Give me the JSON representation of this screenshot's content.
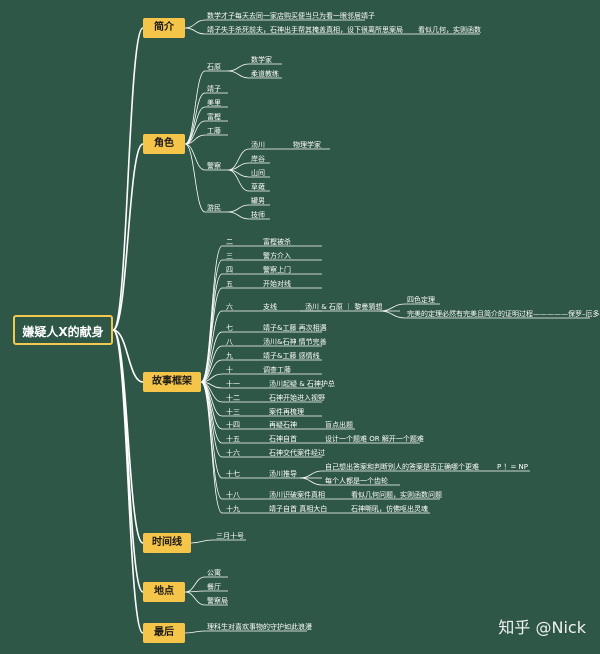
{
  "root": "嫌疑人X的献身",
  "branches": {
    "intro": "简介",
    "roles": "角色",
    "story": "故事框架",
    "timeline": "时间线",
    "places": "地点",
    "ending": "最后"
  },
  "intro": [
    "数学才子每天去同一家店购买便当只为看一眼邻居靖子",
    "靖子失手杀死前夫，石神出手帮其掩盖真相，设下很离所思案局",
    "看似几何，实则函数"
  ],
  "roles": {
    "shishen": "石原",
    "shishen_items": [
      "数学家",
      "柔道教练"
    ],
    "people": [
      "靖子",
      "美里",
      "富樫",
      "工藤"
    ],
    "police": "警察",
    "police_items": [
      "汤川",
      "岸谷",
      "山间",
      "草薙"
    ],
    "tangchuan_role": "物理学家",
    "homeless": "游民",
    "homeless_items": [
      "罐男",
      "技师"
    ]
  },
  "story": [
    {
      "n": "二",
      "t": "富樫被杀"
    },
    {
      "n": "三",
      "t": "警方介入"
    },
    {
      "n": "四",
      "t": "警察上门"
    },
    {
      "n": "五",
      "t": "开始对线"
    },
    {
      "n": "六",
      "t": "支线"
    },
    {
      "n": "七",
      "t": "靖子&工藤 再次相遇"
    },
    {
      "n": "八",
      "t": "汤川&石神 情节完善"
    },
    {
      "n": "九",
      "t": "靖子&工藤 感情线"
    },
    {
      "n": "十",
      "t": "调查工藤"
    },
    {
      "n": "十一",
      "t": "汤川起疑 & 石神护总"
    },
    {
      "n": "十二",
      "t": "石神开始进入视野"
    },
    {
      "n": "十三",
      "t": "案件再梳理"
    },
    {
      "n": "十四",
      "t": "再疑石神"
    },
    {
      "n": "十五",
      "t": "石神自首"
    },
    {
      "n": "十六",
      "t": "石神交代案件经过"
    },
    {
      "n": "十七",
      "t": "汤川推导"
    },
    {
      "n": "十八",
      "t": "汤川识破案件真相"
    },
    {
      "n": "十九",
      "t": "靖子自首 真相大白"
    }
  ],
  "story_sub": {
    "six_a": "汤川 & 石原 ｜ 黎曼猜想",
    "six_b1": "四色定理",
    "six_b2": "完美的定理必然有完美且简介的证明过程—————保罗–厄多斯",
    "fourteen": "盲点出题",
    "fifteen": "设计一个题难 OR 解开一个题难",
    "seventeen_a": "自己想出答案和判断别人的答案是否正确哪个更难",
    "seventeen_pnp": "P ！= NP",
    "seventeen_b": "每个人都是一个齿轮",
    "eighteen": "看似几何问题，实则函数问题",
    "nineteen": "石神嘶吼，仿佛呕出灵魂"
  },
  "timeline": "三月十号",
  "places": [
    "公寓",
    "餐厅",
    "警察局"
  ],
  "ending": "理科生对喜欢事物的守护如此浪漫",
  "watermark": "知乎 @Nick",
  "colors": {
    "background": "#2f5747",
    "branch": "#f5c54a",
    "line": "#ffffff"
  }
}
